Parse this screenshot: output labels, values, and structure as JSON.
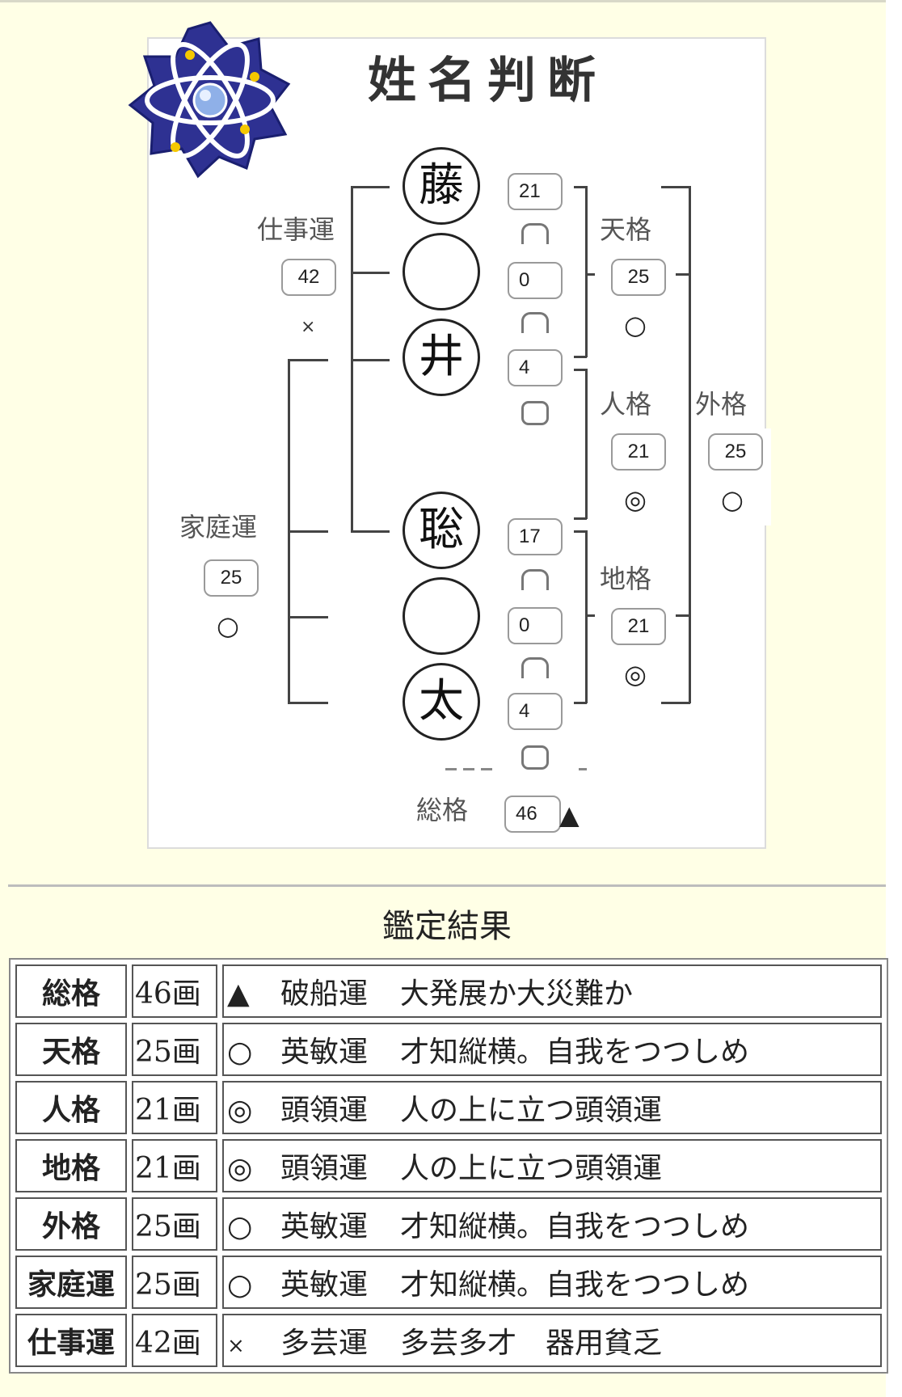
{
  "title": "姓名判断",
  "name_chars": [
    "藤",
    "",
    "井",
    "聡",
    "",
    "太"
  ],
  "strokes": [
    "21",
    "0",
    "4",
    "17",
    "0",
    "4"
  ],
  "grid": {
    "tenkaku": {
      "label": "天格",
      "value": "25",
      "mark": "○"
    },
    "jinkaku": {
      "label": "人格",
      "value": "21",
      "mark": "◎"
    },
    "chikaku": {
      "label": "地格",
      "value": "21",
      "mark": "◎"
    },
    "gaikaku": {
      "label": "外格",
      "value": "25",
      "mark": "○"
    },
    "shigoto": {
      "label": "仕事運",
      "value": "42",
      "mark": "×"
    },
    "katei": {
      "label": "家庭運",
      "value": "25",
      "mark": "○"
    },
    "soukaku": {
      "label": "総格",
      "value": "46",
      "mark": "▲"
    }
  },
  "results_title": "鑑定結果",
  "results": [
    {
      "key": "総格",
      "value": "46画",
      "mark": "▲",
      "name": "破船運",
      "desc": "大発展か大災難か"
    },
    {
      "key": "天格",
      "value": "25画",
      "mark": "○",
      "name": "英敏運",
      "desc": "才知縦横。自我をつつしめ"
    },
    {
      "key": "人格",
      "value": "21画",
      "mark": "◎",
      "name": "頭領運",
      "desc": "人の上に立つ頭領運"
    },
    {
      "key": "地格",
      "value": "21画",
      "mark": "◎",
      "name": "頭領運",
      "desc": "人の上に立つ頭領運"
    },
    {
      "key": "外格",
      "value": "25画",
      "mark": "○",
      "name": "英敏運",
      "desc": "才知縦横。自我をつつしめ"
    },
    {
      "key": "家庭運",
      "value": "25画",
      "mark": "○",
      "name": "英敏運",
      "desc": "才知縦横。自我をつつしめ"
    },
    {
      "key": "仕事運",
      "value": "42画",
      "mark": "×",
      "name": "多芸運",
      "desc": "多芸多才　器用貧乏"
    }
  ],
  "colors": {
    "page_bg": "#ffffe6",
    "logo_ring": "#2e3192",
    "logo_star": "#f5c800"
  }
}
